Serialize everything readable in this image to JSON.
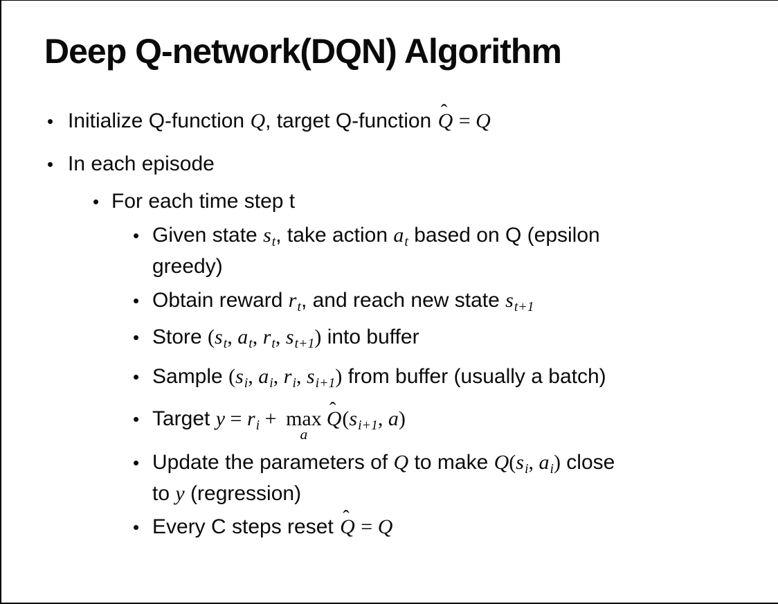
{
  "slide": {
    "title": "Deep Q-network(DQN) Algorithm",
    "bullet_glyph": "•",
    "hat_glyph": "ˆ",
    "bullets": [
      {
        "level": 1,
        "segments": [
          {
            "k": "t",
            "x": "Initialize Q-function "
          },
          {
            "k": "v",
            "x": "Q"
          },
          {
            "k": "t",
            "x": ", target Q-function "
          },
          {
            "k": "hat",
            "x": "Q"
          },
          {
            "k": "m",
            "x": " = "
          },
          {
            "k": "v",
            "x": "Q"
          }
        ]
      },
      {
        "level": 1,
        "segments": [
          {
            "k": "t",
            "x": "In each episode"
          }
        ]
      },
      {
        "level": 2,
        "segments": [
          {
            "k": "t",
            "x": "For each time step t"
          }
        ]
      },
      {
        "level": 3,
        "segments": [
          {
            "k": "t",
            "x": "Given state "
          },
          {
            "k": "vs",
            "x": "s",
            "s": "t"
          },
          {
            "k": "t",
            "x": ", take action "
          },
          {
            "k": "vs",
            "x": "a",
            "s": "t"
          },
          {
            "k": "t",
            "x": " based on Q (epsilon"
          },
          {
            "k": "br"
          },
          {
            "k": "t",
            "x": "greedy)"
          }
        ]
      },
      {
        "level": 3,
        "segments": [
          {
            "k": "t",
            "x": "Obtain reward "
          },
          {
            "k": "vs",
            "x": "r",
            "s": "t"
          },
          {
            "k": "t",
            "x": ", and reach new state "
          },
          {
            "k": "vs",
            "x": "s",
            "s": "t+1"
          }
        ]
      },
      {
        "level": 3,
        "segments": [
          {
            "k": "t",
            "x": "Store "
          },
          {
            "k": "m",
            "x": "("
          },
          {
            "k": "vs",
            "x": "s",
            "s": "t"
          },
          {
            "k": "m",
            "x": ", "
          },
          {
            "k": "vs",
            "x": "a",
            "s": "t"
          },
          {
            "k": "m",
            "x": ", "
          },
          {
            "k": "vs",
            "x": "r",
            "s": "t"
          },
          {
            "k": "m",
            "x": ", "
          },
          {
            "k": "vs",
            "x": "s",
            "s": "t+1"
          },
          {
            "k": "m",
            "x": ")"
          },
          {
            "k": "t",
            "x": " into buffer"
          }
        ]
      },
      {
        "level": 3,
        "segments": [
          {
            "k": "t",
            "x": "Sample "
          },
          {
            "k": "m",
            "x": "("
          },
          {
            "k": "vs",
            "x": "s",
            "s": "i"
          },
          {
            "k": "m",
            "x": ", "
          },
          {
            "k": "vs",
            "x": "a",
            "s": "i"
          },
          {
            "k": "m",
            "x": ", "
          },
          {
            "k": "vs",
            "x": "r",
            "s": "i"
          },
          {
            "k": "m",
            "x": ", "
          },
          {
            "k": "vs",
            "x": "s",
            "s": "i+1"
          },
          {
            "k": "m",
            "x": ")"
          },
          {
            "k": "t",
            "x": " from buffer (usually a batch)"
          }
        ]
      },
      {
        "level": 3,
        "segments": [
          {
            "k": "t",
            "x": "Target "
          },
          {
            "k": "v",
            "x": "y"
          },
          {
            "k": "m",
            "x": " = "
          },
          {
            "k": "vs",
            "x": "r",
            "s": "i"
          },
          {
            "k": "m",
            "x": " + "
          },
          {
            "k": "max",
            "x": "max",
            "u": "a"
          },
          {
            "k": "hat",
            "x": "Q"
          },
          {
            "k": "m",
            "x": "("
          },
          {
            "k": "vs",
            "x": "s",
            "s": "i+1"
          },
          {
            "k": "m",
            "x": ", "
          },
          {
            "k": "v",
            "x": "a"
          },
          {
            "k": "m",
            "x": ")"
          }
        ]
      },
      {
        "level": 3,
        "segments": [
          {
            "k": "t",
            "x": "Update the parameters of "
          },
          {
            "k": "v",
            "x": "Q"
          },
          {
            "k": "t",
            "x": " to make "
          },
          {
            "k": "v",
            "x": "Q"
          },
          {
            "k": "m",
            "x": "("
          },
          {
            "k": "vs",
            "x": "s",
            "s": "i"
          },
          {
            "k": "m",
            "x": ", "
          },
          {
            "k": "vs",
            "x": "a",
            "s": "i"
          },
          {
            "k": "m",
            "x": ")"
          },
          {
            "k": "t",
            "x": " close"
          },
          {
            "k": "br"
          },
          {
            "k": "t",
            "x": "to "
          },
          {
            "k": "v",
            "x": "y"
          },
          {
            "k": "t",
            "x": " (regression)"
          }
        ]
      },
      {
        "level": 3,
        "segments": [
          {
            "k": "t",
            "x": "Every C steps reset "
          },
          {
            "k": "hat",
            "x": "Q"
          },
          {
            "k": "m",
            "x": " = "
          },
          {
            "k": "v",
            "x": "Q"
          }
        ]
      }
    ]
  },
  "colors": {
    "text": "#0a0a0a",
    "background": "#ffffff",
    "border": "#000000"
  }
}
